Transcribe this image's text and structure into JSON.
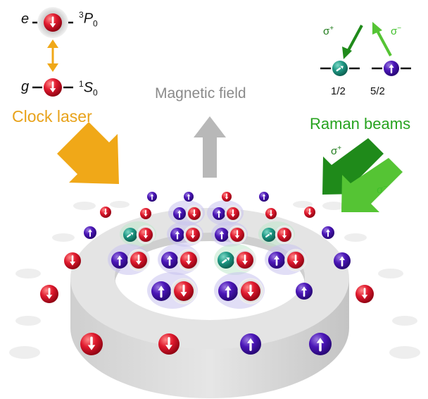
{
  "labels": {
    "excited_state": "e",
    "ground_state": "g",
    "excited_term_super": "3",
    "excited_term_letter": "P",
    "excited_term_sub": "0",
    "ground_term_super": "1",
    "ground_term_letter": "S",
    "ground_term_sub": "0",
    "clock_laser": "Clock laser",
    "magnetic_field": "Magnetic field",
    "raman_beams": "Raman beams",
    "spin_half": "1/2",
    "spin_five_half": "5/2",
    "sigma": "σ",
    "sigma_plus": "+",
    "sigma_minus": "−"
  },
  "colors": {
    "clock_arrow": "#f0a818",
    "field_arrow": "#b4b4b4",
    "raman_dark": "#1f8a1a",
    "raman_light": "#55c434",
    "atom_red": "#d9142b",
    "atom_blue": "#4a14b4",
    "atom_teal": "#1f9a86",
    "ring": "#dcdcdc"
  }
}
